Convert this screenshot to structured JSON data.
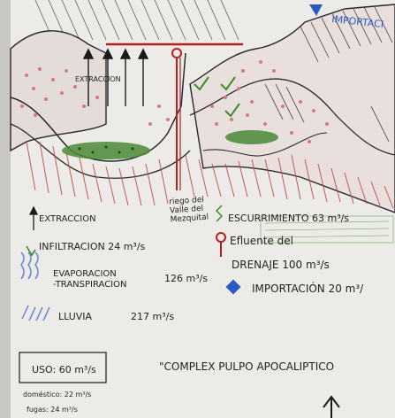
{
  "sketch": {
    "top_label": "IMPORTACI",
    "extraccion_top": "EXTRACCION",
    "riego": "riego del\nValle del\nMezquital",
    "legend": {
      "extraccion": "EXTRACCION",
      "escurrimiento": "ESCURRIMIENTO 63 m³/s",
      "infiltracion": "INFILTRACION 24 m³/s",
      "efluente": "Efluente del",
      "drenaje": "DRENAJE 100 m³/s",
      "evaporacion": "EVAPORACION\n-TRANSPIRACION",
      "evap_value": "126 m³/s",
      "importacion": "IMPORTACIÓN 20 m³/",
      "lluvia": "LLUVIA",
      "lluvia_value": "217 m³/s"
    },
    "box": {
      "uso": "USO: 60 m³/s",
      "domestico": "doméstico: 22 m³/s",
      "fugas": "fugas: 24 m³/s"
    },
    "title": "\"COMPLEX PULPO APOCALIPTICO"
  },
  "colors": {
    "paper": "#ecebe8",
    "ink": "#232323",
    "red": "#b42020",
    "pink": "#d9908d",
    "green": "#3d8a2f",
    "blue": "#2a5cc0"
  }
}
